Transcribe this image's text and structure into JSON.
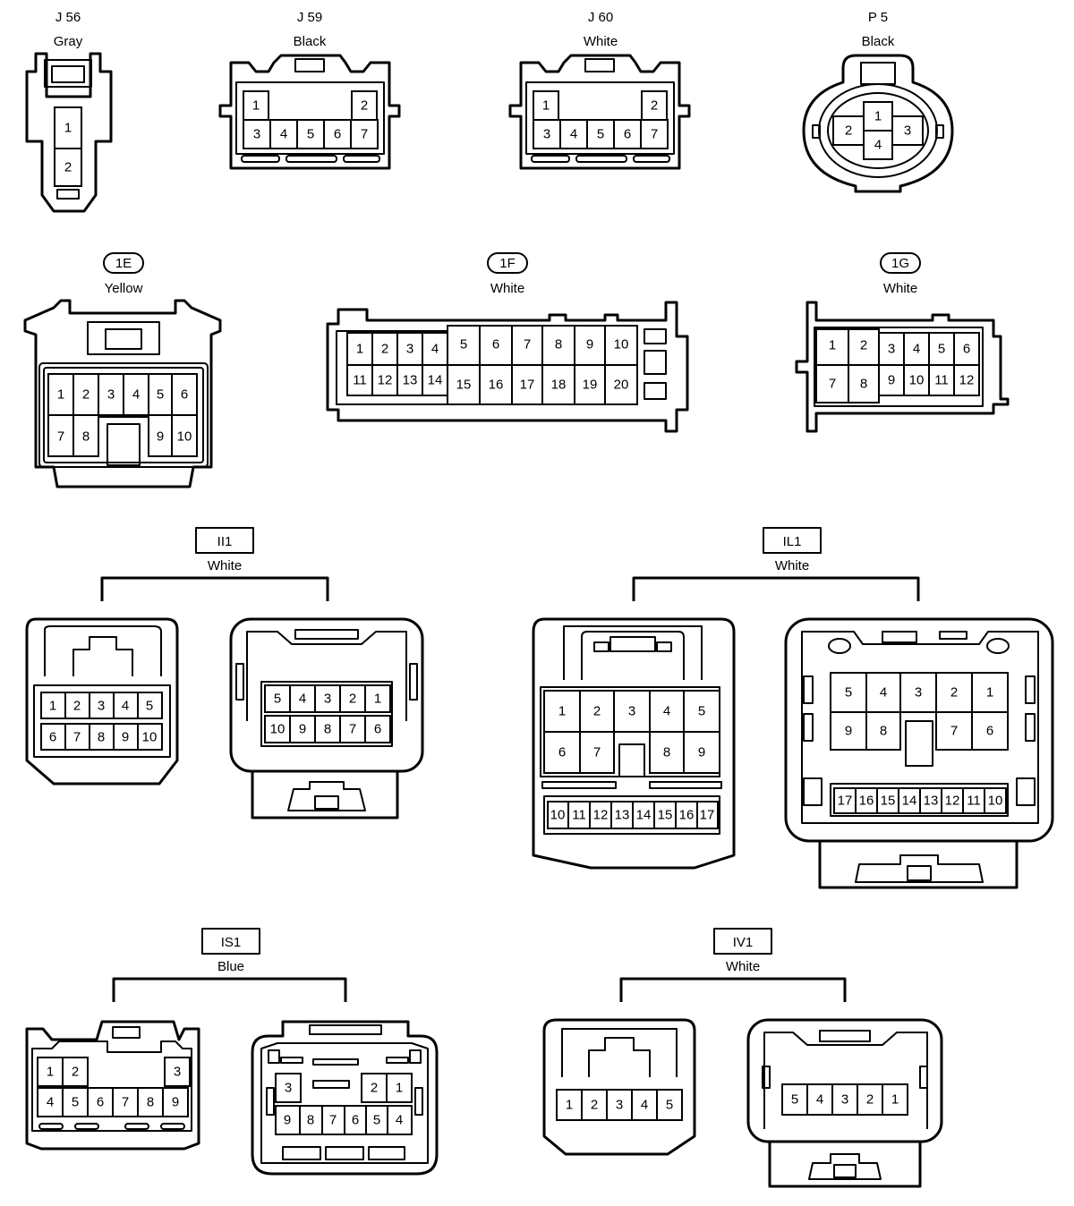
{
  "connectors": [
    {
      "id": "J 56",
      "color": "Gray"
    },
    {
      "id": "J 59",
      "color": "Black"
    },
    {
      "id": "J 60",
      "color": "White"
    },
    {
      "id": "P 5",
      "color": "Black"
    },
    {
      "id": "1E",
      "color": "Yellow"
    },
    {
      "id": "1F",
      "color": "White"
    },
    {
      "id": "1G",
      "color": "White"
    },
    {
      "id": "II1",
      "color": "White"
    },
    {
      "id": "IL1",
      "color": "White"
    },
    {
      "id": "IS1",
      "color": "Blue"
    },
    {
      "id": "IV1",
      "color": "White"
    }
  ]
}
